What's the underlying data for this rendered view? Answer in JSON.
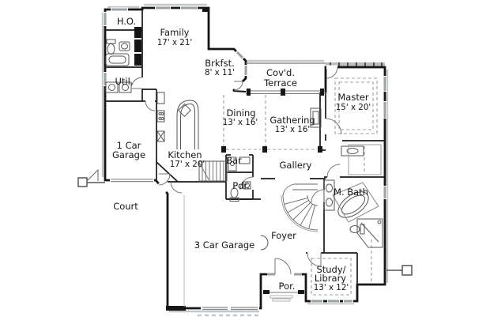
{
  "plan": {
    "type": "single-story house floor plan",
    "colors": {
      "wall": "#161616",
      "interior_line": "#1a1a1a",
      "fixture_line": "#555555",
      "door_arc": "#777777",
      "eave_gray": "#c3c7c9",
      "window_gray": "#9ba0a2",
      "dashed_gray": "#9aa0a4",
      "text": "#161616",
      "background": "#ffffff"
    },
    "rooms": [
      {
        "id": "ho",
        "lines": [
          "H.O."
        ]
      },
      {
        "id": "family",
        "lines": [
          "Family",
          "17' x 21'"
        ]
      },
      {
        "id": "brkfst",
        "lines": [
          "Brkfst.",
          "8' x 11'"
        ]
      },
      {
        "id": "terrace",
        "lines": [
          "Cov'd.",
          "Terrace"
        ]
      },
      {
        "id": "master",
        "lines": [
          "Master",
          "15' x 20'"
        ]
      },
      {
        "id": "util",
        "lines": [
          "Util."
        ]
      },
      {
        "id": "dining",
        "lines": [
          "Dining",
          "13' x 16'"
        ]
      },
      {
        "id": "gathering",
        "lines": [
          "Gathering",
          "13' x 16'"
        ]
      },
      {
        "id": "garage1",
        "lines": [
          "1 Car",
          "Garage"
        ]
      },
      {
        "id": "kitchen",
        "lines": [
          "Kitchen",
          "17' x 20'"
        ]
      },
      {
        "id": "bar",
        "lines": [
          "Bar"
        ]
      },
      {
        "id": "gallery",
        "lines": [
          "Gallery"
        ]
      },
      {
        "id": "pdr",
        "lines": [
          "Pdr."
        ]
      },
      {
        "id": "mbath",
        "lines": [
          "M. Bath"
        ]
      },
      {
        "id": "court",
        "lines": [
          "Court"
        ]
      },
      {
        "id": "foyer",
        "lines": [
          "Foyer"
        ]
      },
      {
        "id": "garage3",
        "lines": [
          "3 Car Garage"
        ]
      },
      {
        "id": "study",
        "lines": [
          "Study/",
          "Library",
          "13' x 12'"
        ]
      },
      {
        "id": "por",
        "lines": [
          "Por."
        ]
      }
    ]
  }
}
